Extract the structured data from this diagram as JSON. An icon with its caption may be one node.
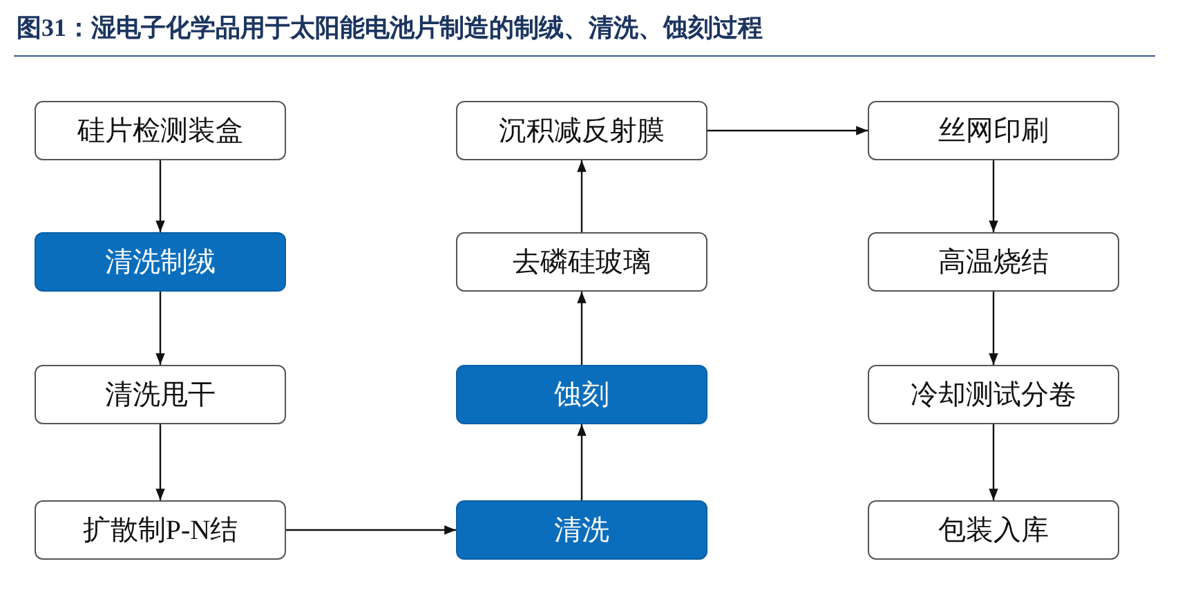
{
  "diagram": {
    "title": "图31：湿电子化学品用于太阳能电池片制造的制绒、清洗、蚀刻过程",
    "nodes": [
      {
        "text": [
          "硅片检测装盒"
        ]
      },
      {
        "text": [
          "清洗制绒"
        ]
      },
      {
        "text": [
          "清洗甩干"
        ]
      },
      {
        "text": [
          "扩散制P-N结"
        ]
      },
      {
        "text": [
          "清洗"
        ]
      },
      {
        "text": [
          "蚀刻"
        ]
      },
      {
        "text": [
          "去磷硅玻璃"
        ]
      },
      {
        "text": [
          "沉积减反射膜"
        ]
      },
      {
        "text": [
          "丝网印刷"
        ]
      },
      {
        "text": [
          "高温烧结"
        ]
      },
      {
        "text": [
          "冷却测试分卷"
        ]
      },
      {
        "text": [
          "包装入库"
        ]
      }
    ],
    "edges": [
      {
        "from": 0,
        "to": 1,
        "arrow": "to"
      },
      {
        "from": 1,
        "to": 2,
        "arrow": "to"
      },
      {
        "from": 2,
        "to": 3,
        "arrow": "to"
      },
      {
        "from": 3,
        "to": 4,
        "arrow": "to"
      },
      {
        "from": 4,
        "to": 5,
        "arrow": "to"
      },
      {
        "from": 5,
        "to": 6,
        "arrow": "to"
      },
      {
        "from": 6,
        "to": 7,
        "arrow": "to"
      },
      {
        "from": 7,
        "to": 8,
        "arrow": "to"
      },
      {
        "from": 8,
        "to": 9,
        "arrow": "to"
      },
      {
        "from": 9,
        "to": 10,
        "arrow": "to"
      },
      {
        "from": 10,
        "to": 11,
        "arrow": "to"
      }
    ]
  }
}
